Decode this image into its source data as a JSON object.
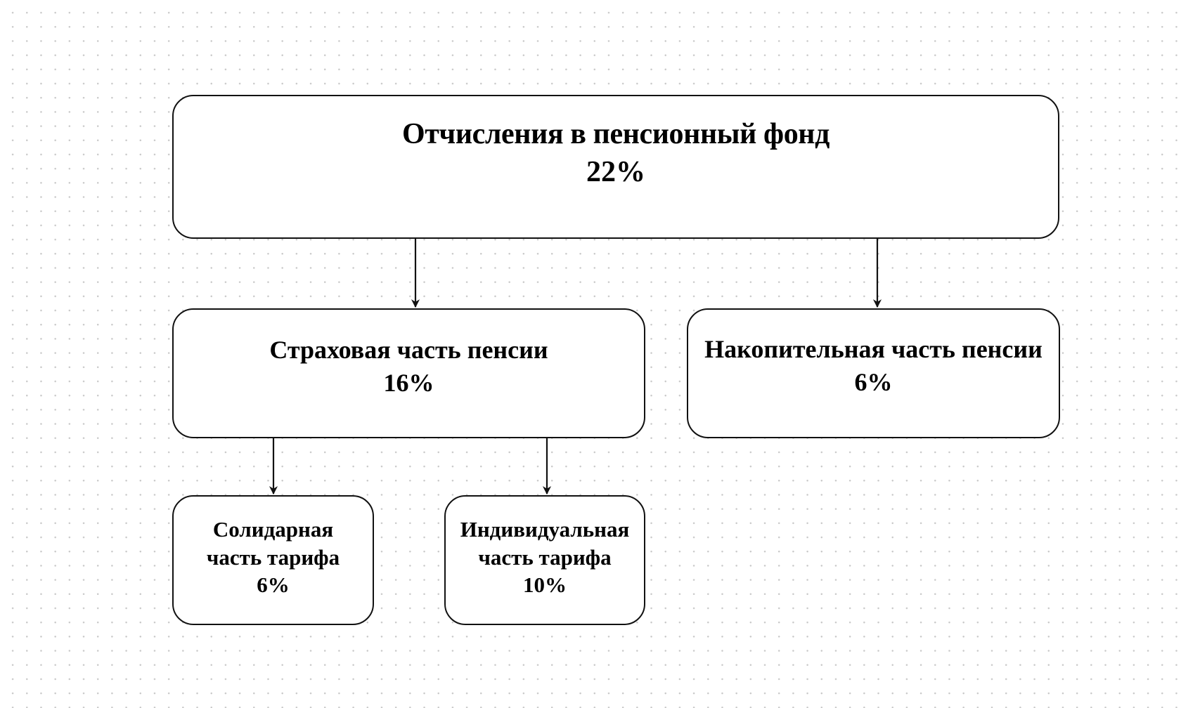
{
  "diagram": {
    "type": "hierarchy",
    "nodes": {
      "root": {
        "title": "Отчисления в пенсионный фонд",
        "value": "22%"
      },
      "insurance": {
        "title": "Страховая часть пенсии",
        "value": "16%"
      },
      "accumulative": {
        "title": "Накопительная часть пенсии",
        "value": "6%"
      },
      "solidary": {
        "title_line1": "Солидарная",
        "title_line2": "часть тарифа",
        "value": "6%"
      },
      "individual": {
        "title_line1": "Индивидуальная",
        "title_line2": "часть тарифа",
        "value": "10%"
      }
    },
    "edges": [
      {
        "from": "root",
        "to": "insurance"
      },
      {
        "from": "root",
        "to": "accumulative"
      },
      {
        "from": "insurance",
        "to": "solidary"
      },
      {
        "from": "insurance",
        "to": "individual"
      }
    ],
    "colors": {
      "stroke": "#111111",
      "fill": "#ffffff",
      "grid_dot": "#c9c9c9"
    }
  }
}
